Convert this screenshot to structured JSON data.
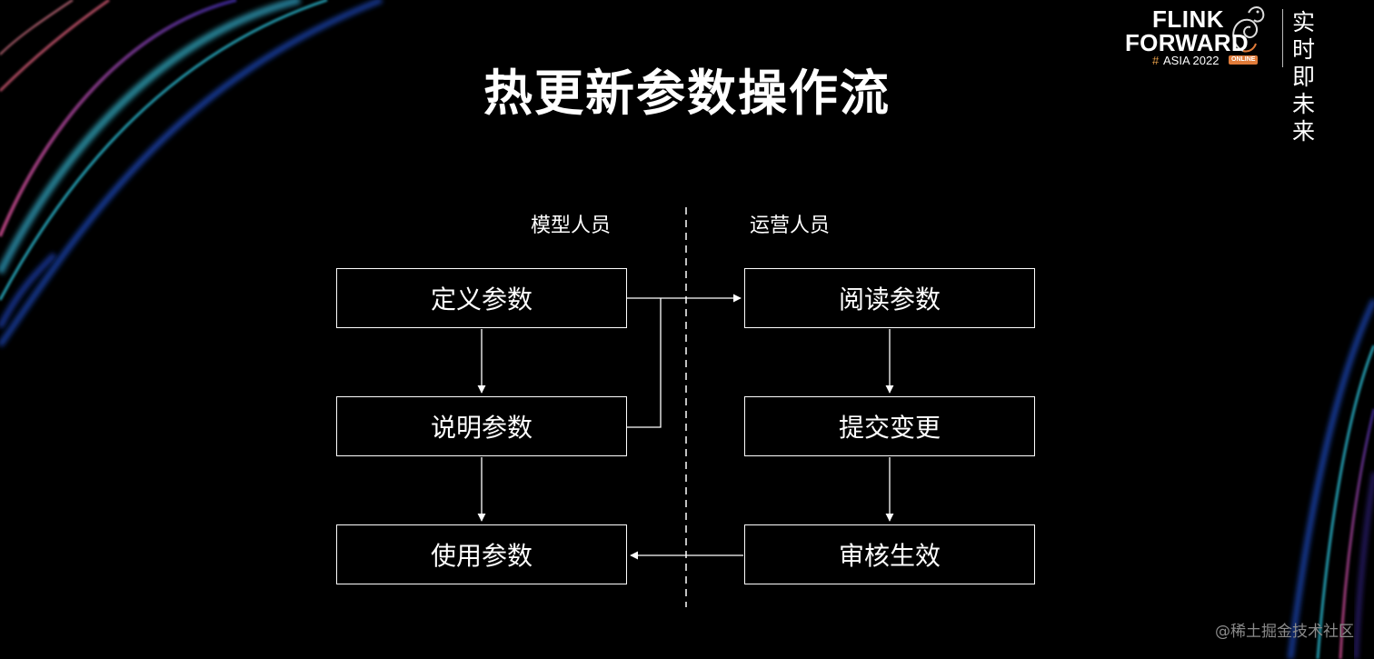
{
  "slide": {
    "title": "热更新参数操作流"
  },
  "logo": {
    "line1": "FLINK",
    "line2": "FORWARD",
    "hash": "#",
    "event": "ASIA 2022",
    "badge": "ONLINE",
    "slogan": "实时即未来"
  },
  "diagram": {
    "left_header": "模型人员",
    "right_header": "运营人员",
    "left_nodes": [
      "定义参数",
      "说明参数",
      "使用参数"
    ],
    "right_nodes": [
      "阅读参数",
      "提交变更",
      "审核生效"
    ]
  },
  "watermark": "@稀土掘金技术社区",
  "colors": {
    "background": "#000000",
    "foreground": "#ffffff",
    "accent_orange": "#e07b39"
  }
}
